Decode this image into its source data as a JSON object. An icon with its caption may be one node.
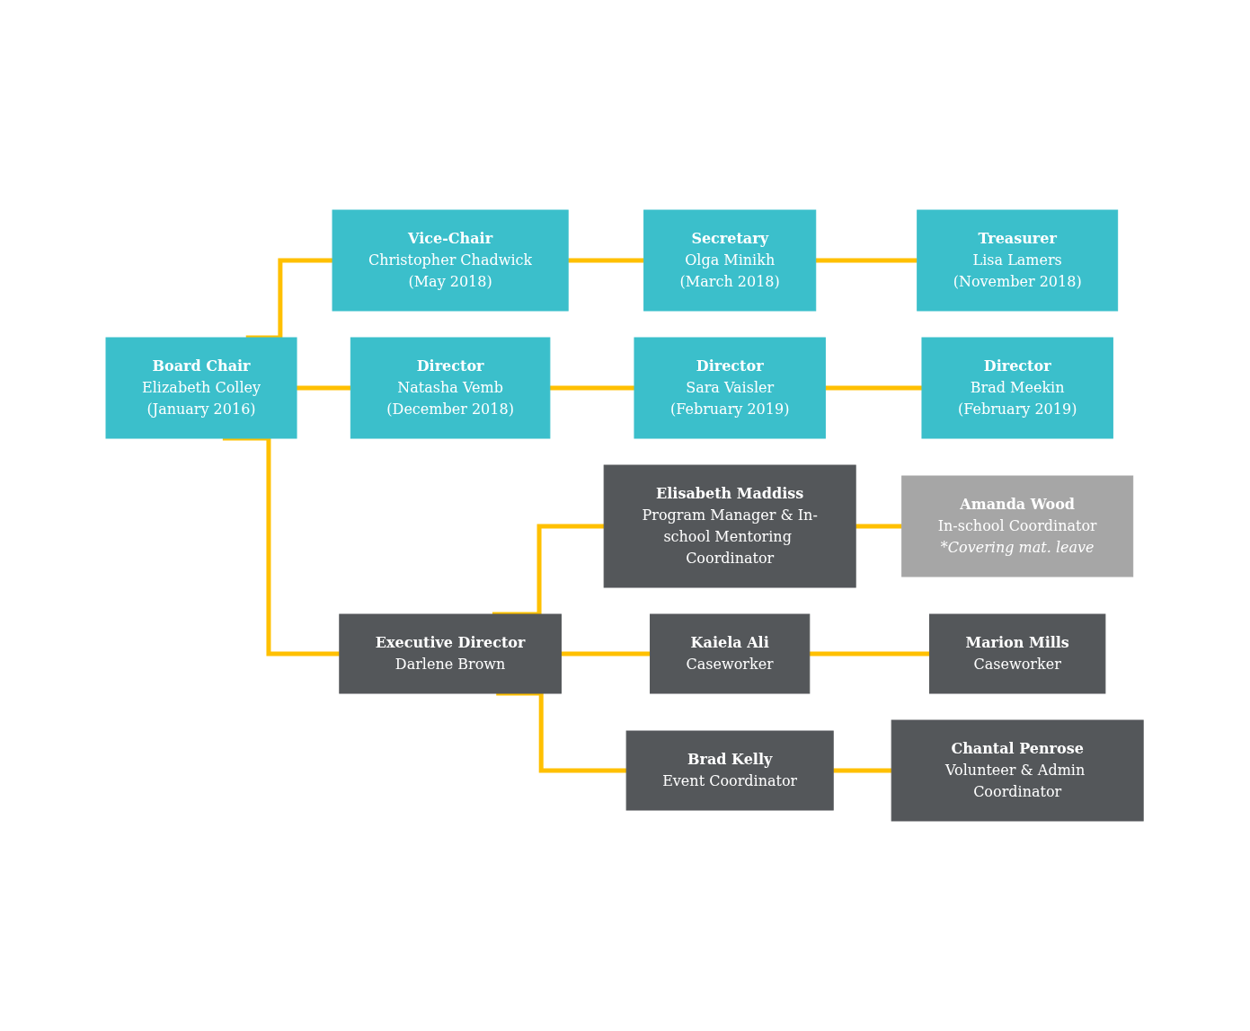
{
  "diagram": {
    "nodes": [
      {
        "text": [
          "Board Chair",
          "Elizabeth Colley",
          "(January 2016)"
        ]
      },
      {
        "text": [
          "Vice-Chair",
          "Christopher Chadwick",
          "(May 2018)"
        ]
      },
      {
        "text": [
          "Secretary",
          "Olga Minikh",
          "(March 2018)"
        ]
      },
      {
        "text": [
          "Treasurer",
          "Lisa Lamers",
          "(November 2018)"
        ]
      },
      {
        "text": [
          "Director",
          "Natasha Vemb",
          "(December 2018)"
        ]
      },
      {
        "text": [
          "Director",
          "Sara Vaisler",
          "(February 2019)"
        ]
      },
      {
        "text": [
          "Director",
          "Brad Meekin",
          "(February 2019)"
        ]
      },
      {
        "text": [
          "Executive Director",
          "Darlene Brown"
        ]
      },
      {
        "text": [
          "Elisabeth Maddiss",
          "Program Manager & In-school Mentoring Coordinator"
        ]
      },
      {
        "text": [
          "Amanda Wood",
          "In-school Coordinator",
          "*Covering mat. leave"
        ]
      },
      {
        "text": [
          "Kaiela Ali",
          "Caseworker"
        ]
      },
      {
        "text": [
          "Marion Mills",
          "Caseworker"
        ]
      },
      {
        "text": [
          "Brad Kelly",
          "Event Coordinator"
        ]
      },
      {
        "text": [
          "Chantal Penrose",
          "Volunteer & Admin Coordinator"
        ]
      }
    ],
    "edges": [
      {
        "from": 0,
        "to": 1,
        "arrow": "none"
      },
      {
        "from": 1,
        "to": 2,
        "arrow": "none"
      },
      {
        "from": 2,
        "to": 3,
        "arrow": "none"
      },
      {
        "from": 0,
        "to": 4,
        "arrow": "none"
      },
      {
        "from": 4,
        "to": 5,
        "arrow": "none"
      },
      {
        "from": 5,
        "to": 6,
        "arrow": "none"
      },
      {
        "from": 0,
        "to": 7,
        "arrow": "none"
      },
      {
        "from": 7,
        "to": 8,
        "arrow": "none"
      },
      {
        "from": 8,
        "to": 9,
        "arrow": "none"
      },
      {
        "from": 7,
        "to": 10,
        "arrow": "none"
      },
      {
        "from": 10,
        "to": 11,
        "arrow": "none"
      },
      {
        "from": 7,
        "to": 12,
        "arrow": "none"
      },
      {
        "from": 12,
        "to": 13,
        "arrow": "none"
      }
    ]
  }
}
